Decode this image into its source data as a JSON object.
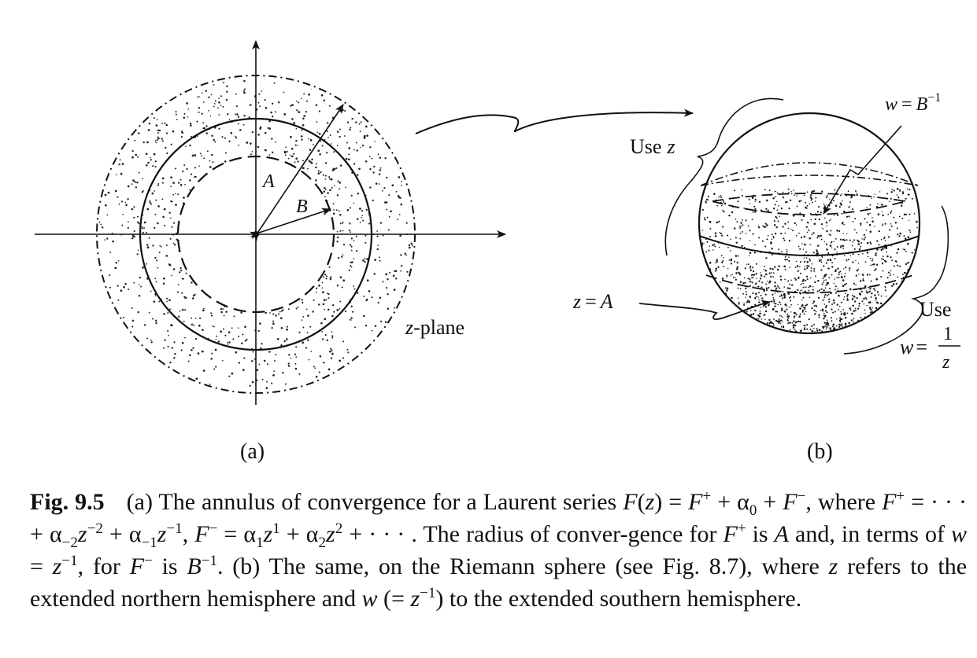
{
  "figure": {
    "panel_a": {
      "label_A": "A",
      "label_B": "B",
      "plane_var": "z",
      "plane_word": "-plane",
      "panel_label": "(a)"
    },
    "panel_b": {
      "use_z_word": "Use",
      "use_z_var": "z",
      "w_eq_binv_lhs": "w",
      "w_eq_binv_eq": "=",
      "w_eq_binv_base": "B",
      "w_eq_binv_exp": "−1",
      "z_eq_a_lhs": "z",
      "z_eq_a_eq": "=",
      "z_eq_a_rhs": "A",
      "use_w_word": "Use",
      "use_w_lhs": "w",
      "use_w_eq": "=",
      "use_w_num": "1",
      "use_w_den": "z",
      "panel_label": "(b)"
    }
  },
  "caption": {
    "fig_label": "Fig. 9.5",
    "p1": "(a) The annulus of convergence for a Laurent series ",
    "F": "F",
    "z": "z",
    "w": "w",
    "A": "A",
    "B": "B",
    "plus": "+",
    "minus": "−",
    "alpha": "α",
    "zero": "0",
    "one": "1",
    "two": "2",
    "neg1": "−1",
    "neg2": "−2",
    "p2": "where ",
    "p3": " The radius of conver-gence for ",
    "p4": " is ",
    "p5": " and, in terms of ",
    "p6": ", for ",
    "p7": " is ",
    "p8": ". (b) The same, on the Riemann sphere (see Fig. 8.7), where ",
    "p9": " refers to the extended northern hemisphere and ",
    "p10": " to the extended southern hemisphere."
  },
  "colors": {
    "ink": "#111111",
    "background": "#ffffff"
  }
}
